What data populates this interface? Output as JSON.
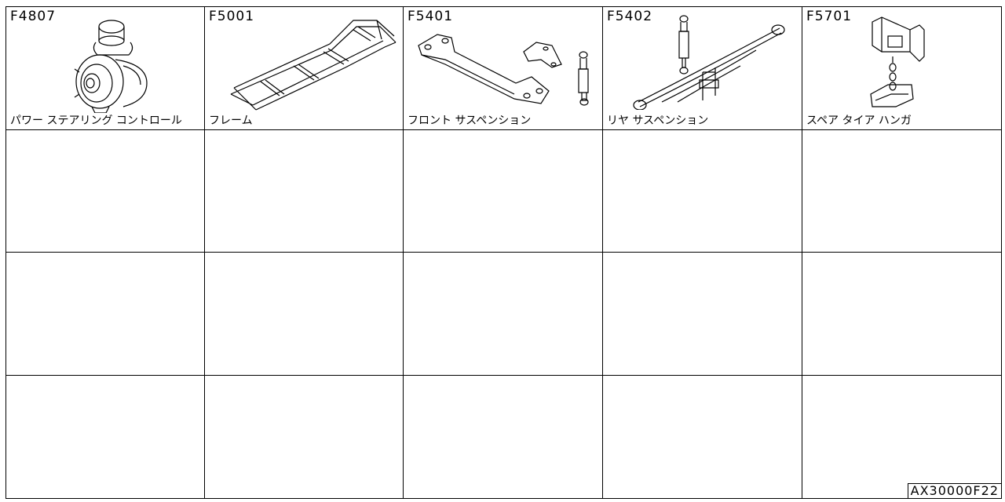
{
  "catalog": {
    "doc_id": "AX30000F22",
    "cells": [
      {
        "code": "F4807",
        "name": "パワー ステアリング コントロール",
        "icon": "power-steering-pump-icon"
      },
      {
        "code": "F5001",
        "name": "フレーム",
        "icon": "frame-icon"
      },
      {
        "code": "F5401",
        "name": "フロント サスペンション",
        "icon": "front-suspension-icon"
      },
      {
        "code": "F5402",
        "name": "リヤ サスペンション",
        "icon": "rear-suspension-icon"
      },
      {
        "code": "F5701",
        "name": "スペア タイア ハンガ",
        "icon": "spare-tire-hanger-icon"
      }
    ]
  }
}
